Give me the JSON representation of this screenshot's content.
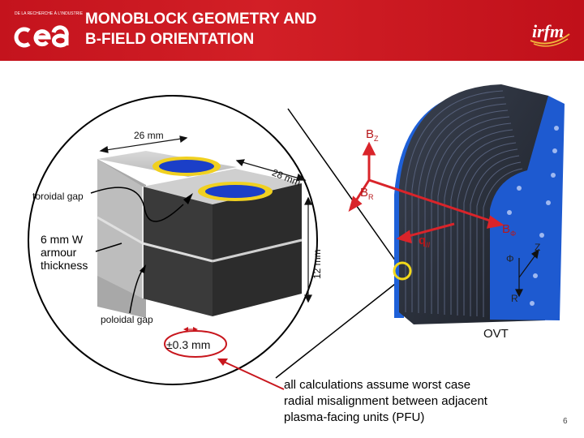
{
  "header": {
    "title_line1": "MONOBLOCK GEOMETRY AND",
    "title_line2": "B-FIELD ORIENTATION",
    "logo_left": "cea",
    "logo_left_tagline": "DE LA RECHERCHE À L'INDUSTRIE",
    "logo_right": "irfm",
    "accent_color": "#c8161d"
  },
  "diagram": {
    "dim_width": "26 mm",
    "dim_depth": "28 mm",
    "dim_height": "12 mm",
    "toroidal_gap": "toroidal gap",
    "poloidal_gap": "poloidal gap",
    "armour_line1": "6 mm W",
    "armour_line2": "armour",
    "armour_line3": "thickness",
    "tolerance": "±0.3 mm"
  },
  "fields": {
    "bz_main": "B",
    "bz_sub": "Z",
    "br_main": "B",
    "br_sub": "R",
    "bphi_main": "B",
    "bphi_sub": "Φ",
    "q_main": "q",
    "q_sub": "//",
    "axis_z": "Z",
    "axis_phi": "Φ",
    "axis_r": "R",
    "ovt": "OVT",
    "arrow_color": "#d9242a"
  },
  "note": {
    "line1": "all calculations assume worst case",
    "line2": "radial misalignment between adjacent",
    "line3": "plasma-facing units (PFU)"
  },
  "page_number": "6"
}
